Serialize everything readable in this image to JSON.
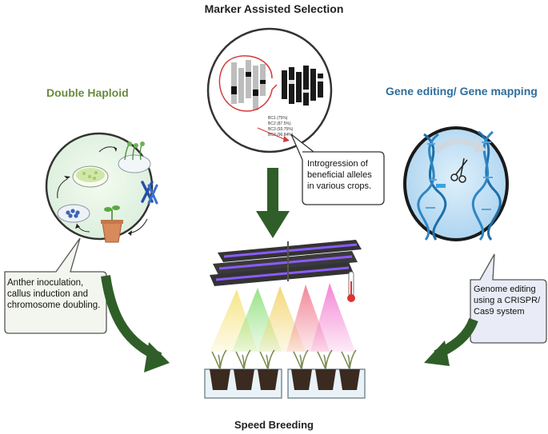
{
  "titles": {
    "marker_assisted": "Marker Assisted Selection",
    "double_haploid": "Double Haploid",
    "gene_editing": "Gene editing/ Gene mapping",
    "speed_breeding": "Speed Breeding"
  },
  "callouts": {
    "marker_assisted": "Introgression of beneficial alleles in various crops.",
    "double_haploid": "Anther inoculation, callus induction and chromosome doubling.",
    "gene_editing": "Genome editing using a CRISPR/ Cas9 system"
  },
  "backcross": [
    "BC1 (75%)",
    "BC2 (87.5%)",
    "BC3 (93.75%)",
    "BC4 (96.84%)"
  ],
  "colors": {
    "arrow_green": "#2f5e28",
    "dh_green": "#6a8a3e",
    "ge_blue": "#2f6d9c",
    "lamp_purple": "#7b4fc8"
  }
}
